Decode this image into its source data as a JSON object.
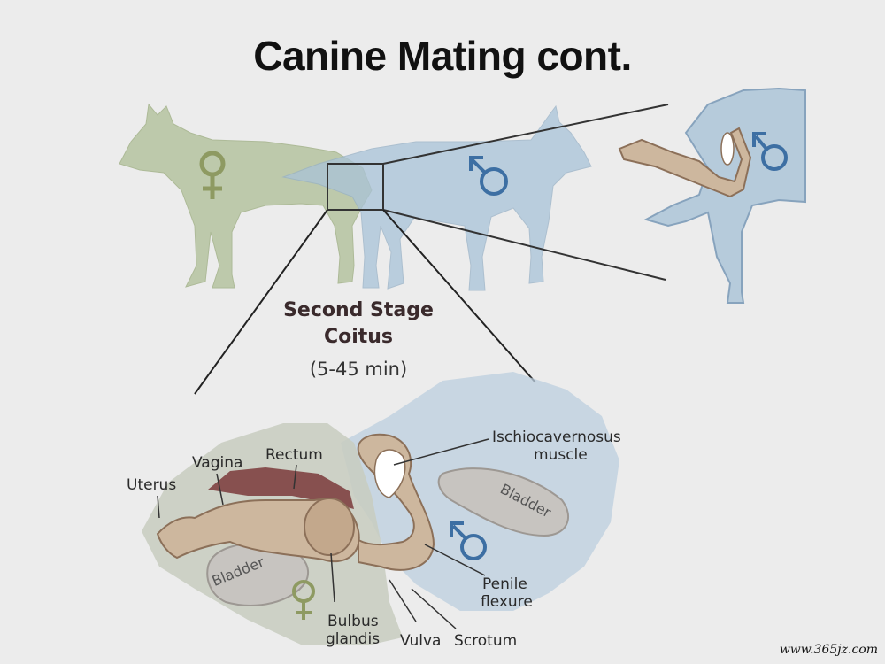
{
  "title": "Canine Mating cont.",
  "stage": {
    "line1": "Second Stage",
    "line2": "Coitus",
    "line3": "(5-45 min)"
  },
  "labels": {
    "uterus": "Uterus",
    "vagina": "Vagina",
    "rectum": "Rectum",
    "ischio_line1": "Ischiocavernosus",
    "ischio_line2": "muscle",
    "bladder_male": "Bladder",
    "bladder_female": "Bladder",
    "penile_line1": "Penile",
    "penile_line2": "flexure",
    "bulbus_line1": "Bulbus",
    "bulbus_line2": "glandis",
    "vulva": "Vulva",
    "scrotum": "Scrotum"
  },
  "watermark": "www.365jz.com",
  "colors": {
    "female_dog": "#b9c6a4",
    "male_dog": "#a9c3d8",
    "organ": "#cdb79e",
    "organ_dark": "#7a3a3a",
    "symbol_male": "#3d6fa3",
    "symbol_female": "#8e9a62"
  }
}
